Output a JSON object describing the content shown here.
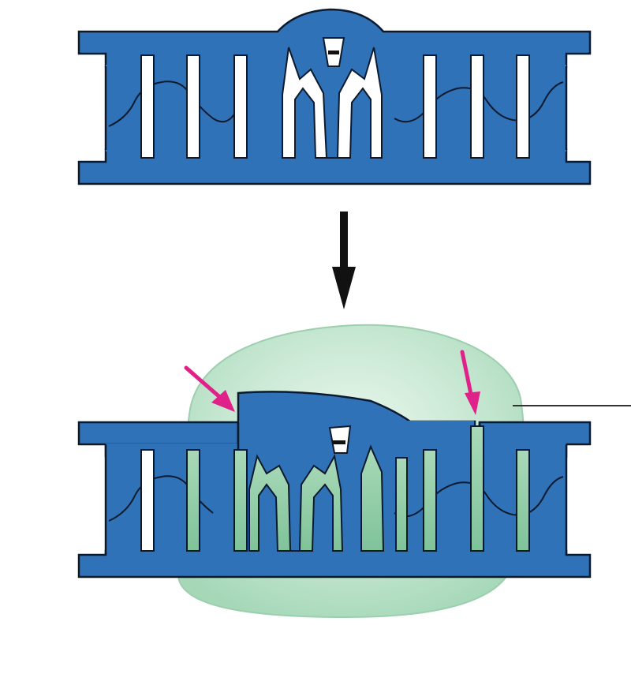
{
  "diagram": {
    "panels": [
      {
        "name": "damaged-dna-duplex",
        "rungs": 9
      },
      {
        "name": "dna-duplex-with-repair-complex",
        "rungs": 9
      }
    ],
    "arrows": [
      {
        "name": "transition-arrow",
        "direction": "down"
      },
      {
        "name": "incision-arrow-left",
        "color": "#e0218a"
      },
      {
        "name": "incision-arrow-right",
        "color": "#e0218a"
      }
    ],
    "colors": {
      "dna_blue": "#2f72b8",
      "outline": "#0c1a2e",
      "base_white": "#ffffff",
      "protein_green": "#b9e0c6",
      "protein_green_dark": "#8ccba4",
      "incision_magenta": "#e0218a",
      "arrow_black": "#111111"
    }
  }
}
